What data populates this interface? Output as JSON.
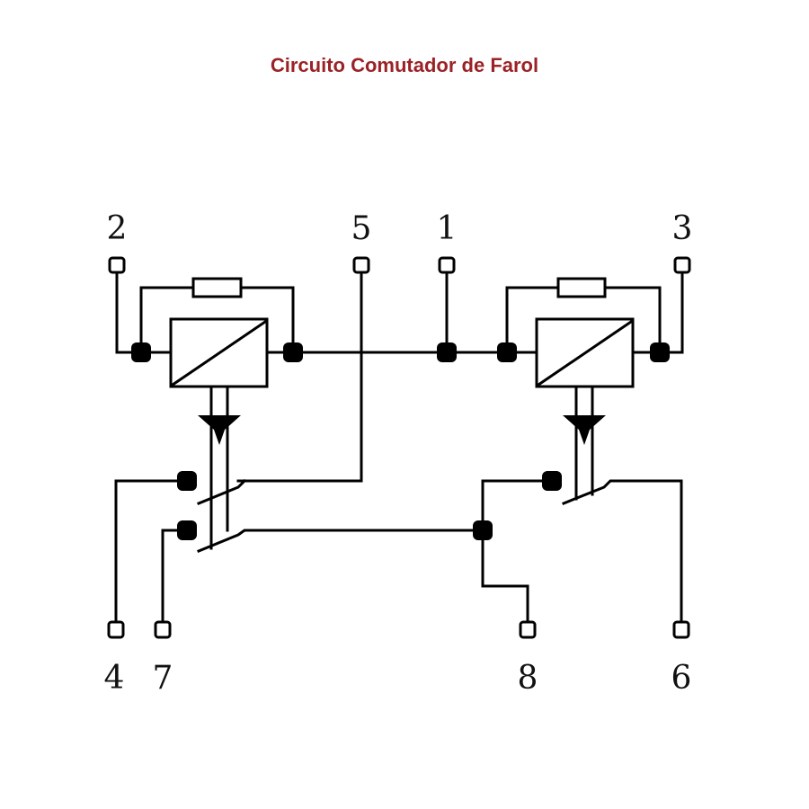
{
  "title": "Circuito Comutador de Farol",
  "colors": {
    "title": "#9b2226",
    "line": "#000000"
  },
  "terminals": {
    "t2": "2",
    "t5": "5",
    "t1": "1",
    "t3": "3",
    "t4": "4",
    "t7": "7",
    "t8": "8",
    "t6": "6"
  },
  "components": {
    "relay_left": "relay-coil",
    "relay_right": "relay-coil",
    "resistor_left": "resistor",
    "resistor_right": "resistor"
  }
}
